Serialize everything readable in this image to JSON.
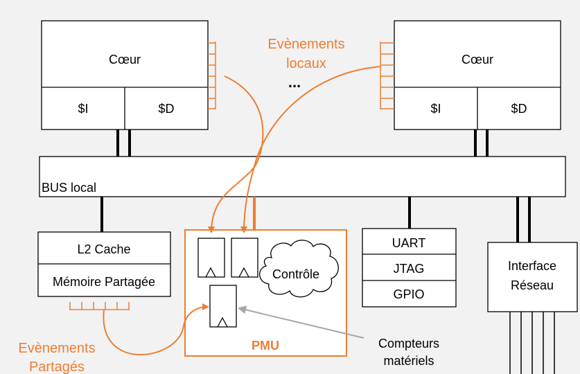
{
  "colors": {
    "background": "#f2f2f2",
    "box_fill": "#ffffff",
    "line": "#000000",
    "accent": "#ed7d31",
    "gray_arrow": "#a6a6a6"
  },
  "core_left": {
    "label": "Cœur",
    "icache": "$I",
    "dcache": "$D"
  },
  "core_right": {
    "label": "Cœur",
    "icache": "$I",
    "dcache": "$D"
  },
  "ellipsis": "...",
  "local_events": {
    "line1": "Evènements",
    "line2": "locaux"
  },
  "bus": {
    "label": "BUS local"
  },
  "memory": {
    "cache_label": "L2 Cache",
    "shared_label": "Mémoire Partagée"
  },
  "shared_events": {
    "line1": "Evènements",
    "line2": "Partagés"
  },
  "pmu": {
    "label": "PMU",
    "control_label": "Contrôle"
  },
  "peripherals": [
    "UART",
    "JTAG",
    "GPIO"
  ],
  "network": {
    "line1": "Interface",
    "line2": "Réseau"
  },
  "counters": {
    "line1": "Compteurs",
    "line2": "matériels"
  }
}
